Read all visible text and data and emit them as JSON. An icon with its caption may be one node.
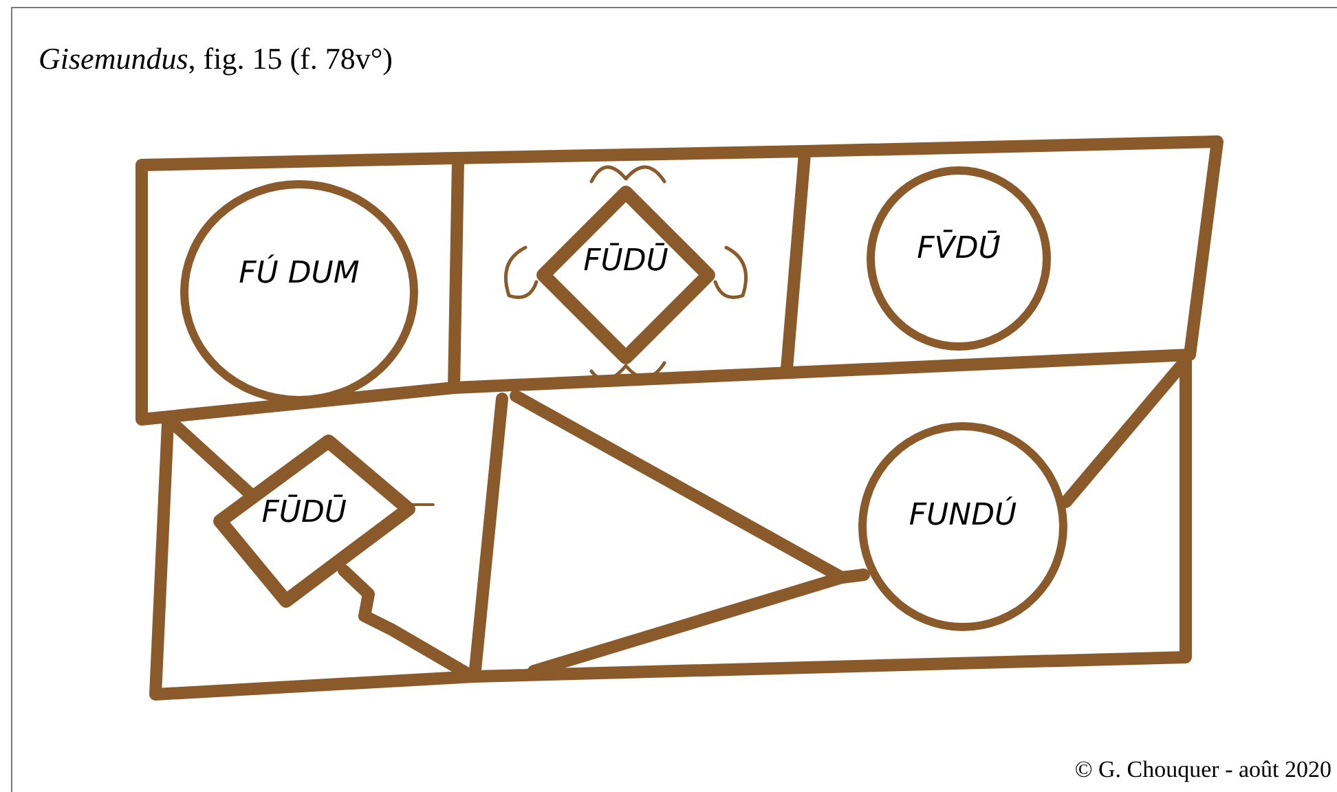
{
  "diagram": {
    "title": "*Gisemundus*, fig. 15 (f. 78v°)",
    "caption": "© G. Chouquer - août 2020",
    "nodes": [
      {
        "text": [
          "FÚ DUM"
        ]
      },
      {
        "text": [
          "FŪDŪ"
        ]
      },
      {
        "text": [
          "FV̄DŪ́"
        ]
      },
      {
        "text": [
          "FŪDŪ"
        ]
      },
      {
        "text": [
          "FUNDÚ"
        ]
      }
    ]
  }
}
